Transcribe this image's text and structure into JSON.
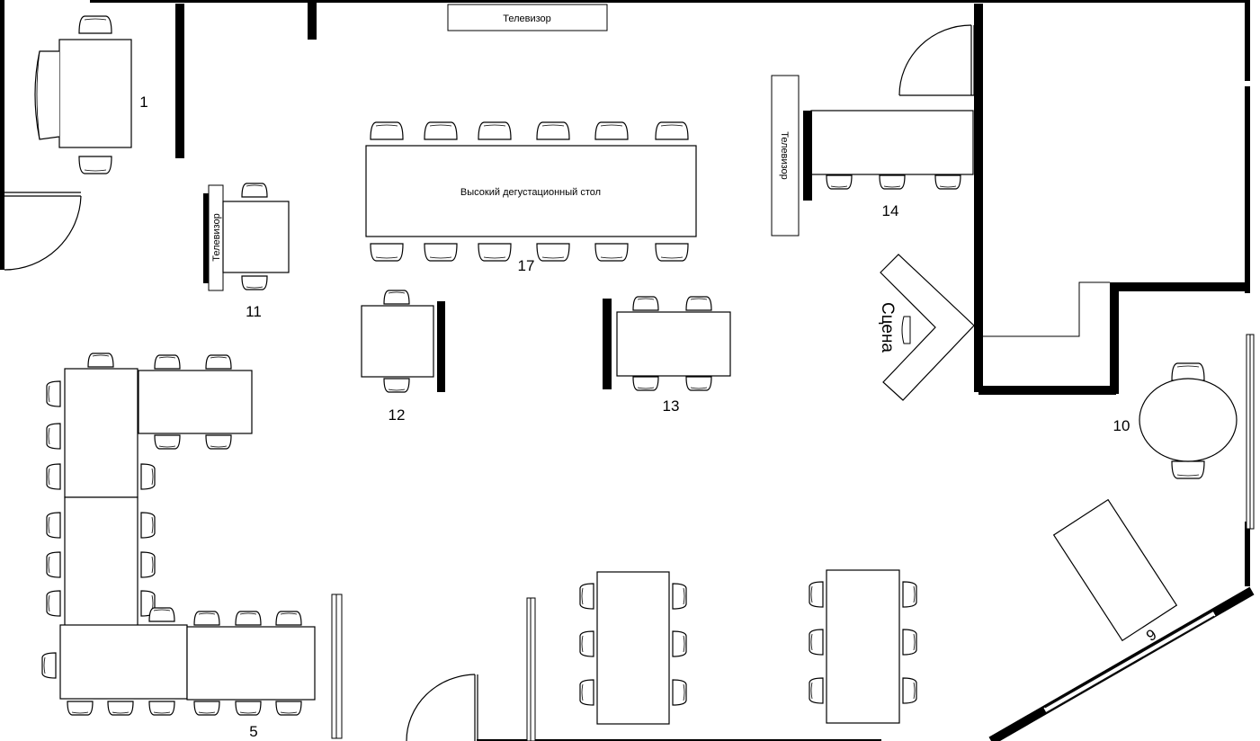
{
  "labels": {
    "tv_top": "Телевизор",
    "tv_left": "Телевизор",
    "tv_right": "Телевизор",
    "tasting_table": "Высокий дегустационный стол",
    "stage": "Сцена"
  },
  "table_numbers": {
    "t1": "1",
    "t5": "5",
    "t9": "9",
    "t10": "10",
    "t11": "11",
    "t12": "12",
    "t13": "13",
    "t14": "14",
    "t17": "17"
  },
  "colors": {
    "wall": "#000000",
    "furniture_stroke": "#000000",
    "background": "#ffffff"
  }
}
